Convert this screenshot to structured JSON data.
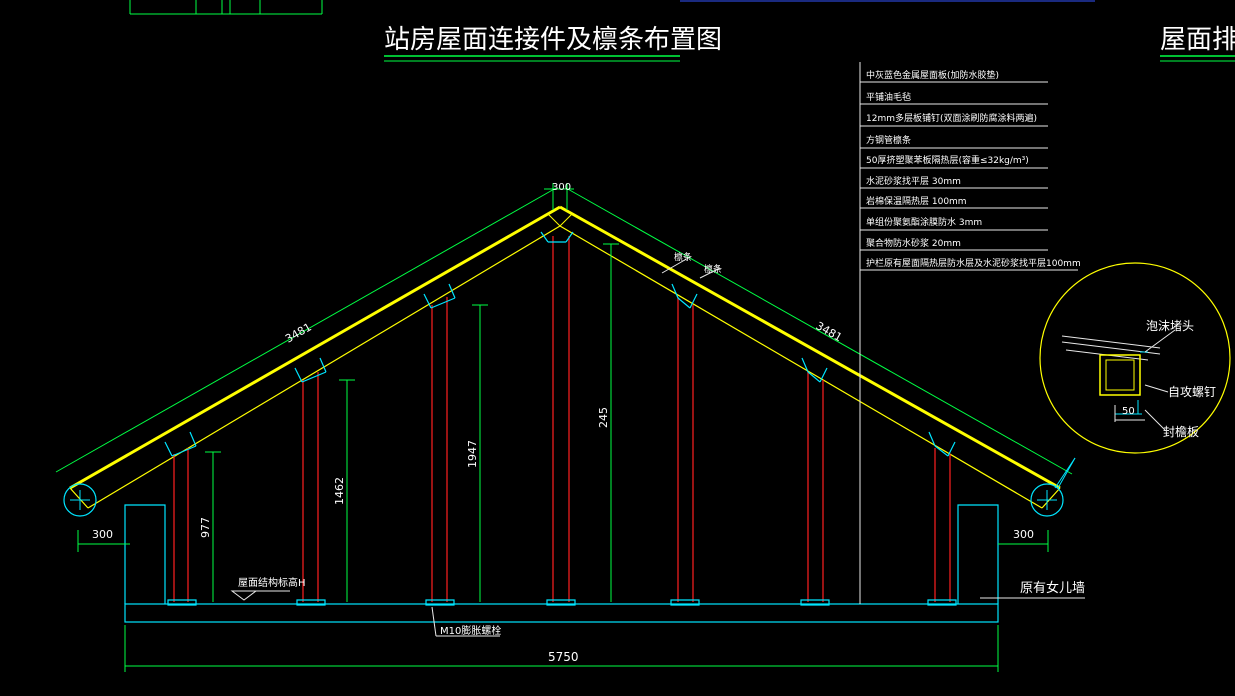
{
  "titles": {
    "main": "站房屋面连接件及檩条布置图",
    "partial": "屋面排"
  },
  "material_layers": [
    "中灰蓝色金属屋面板(加防水胶垫)",
    "平铺油毛毡",
    "12mm多层板铺钉(双面涂刷防腐涂料两遍)",
    "方钢管檩条",
    "50厚挤塑聚苯板隔热层(容重≤32kg/m³)",
    "水泥砂浆找平层 30mm",
    "岩棉保温隔热层 100mm",
    "单组份聚氨酯涂膜防水 3mm",
    "聚合物防水砂浆 20mm",
    "护栏原有屋面隔热层防水层及水泥砂浆找平层100mm"
  ],
  "dimensions": {
    "ridge_top": "300",
    "left_slope": "3481",
    "right_slope": "3481",
    "left_overhang": "300",
    "right_overhang": "300",
    "overall_width": "5750",
    "post_height_1": "977",
    "post_height_2": "1462",
    "post_height_3": "1947",
    "post_height_4": "245",
    "detail_gap": "50"
  },
  "labels": {
    "purlin_1": "檩条",
    "purlin_2": "檩条",
    "roof_level": "屋面结构标高H",
    "bolt": "M10膨胀螺栓",
    "parapet": "原有女儿墙"
  },
  "detail": {
    "foam_plug": "泡沫堵头",
    "screw": "自攻螺钉",
    "eave_board": "封檐板"
  },
  "colors": {
    "background": "#000000",
    "yellow": "#ffff00",
    "green": "#00ff44",
    "cyan": "#00e5ff",
    "red": "#ff2020",
    "white": "#e8e8e8"
  }
}
